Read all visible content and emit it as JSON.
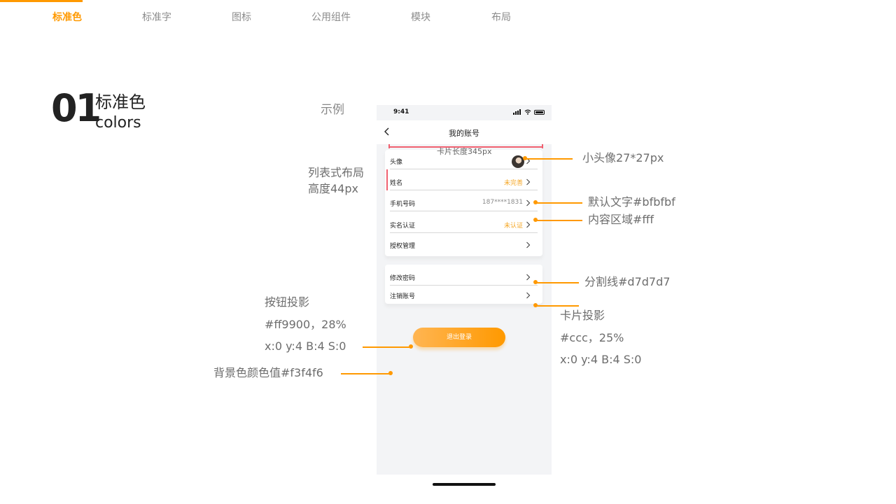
{
  "colors": {
    "accent": "#ff9900",
    "nav_inactive": "#8c8c8c",
    "background": "#f3f4f6",
    "card": "#ffffff",
    "divider": "#d7d7d7",
    "placeholder": "#bfbfbf",
    "measure": "#f06070",
    "warn_text": "#f5a623"
  },
  "nav": {
    "tabs": [
      {
        "label": "标准色",
        "active": true
      },
      {
        "label": "标准字",
        "active": false
      },
      {
        "label": "图标",
        "active": false
      },
      {
        "label": "公用组件",
        "active": false
      },
      {
        "label": "模块",
        "active": false
      },
      {
        "label": "布局",
        "active": false
      }
    ]
  },
  "section": {
    "number": "01",
    "title_cn": "标准色",
    "title_en": "colors",
    "example_label": "示例"
  },
  "annotations": {
    "list_layout_line1": "列表式布局",
    "list_layout_line2": "高度44px",
    "card_length": "卡片长度345px",
    "avatar_size": "小头像27*27px",
    "default_text": "默认文字#bfbfbf",
    "content_area": "内容区域#fff",
    "divider": "分割线#d7d7d7",
    "button_shadow_title": "按钮投影",
    "button_shadow_color": "#ff9900，28%",
    "button_shadow_params": "x:0   y:4   B:4   S:0",
    "background_color": "背景色颜色值#f3f4f6",
    "card_shadow_title": "卡片投影",
    "card_shadow_color": "#ccc，25%",
    "card_shadow_params": "x:0   y:4   B:4   S:0"
  },
  "phone": {
    "time": "9:41",
    "title": "我的账号",
    "card1": [
      {
        "label": "头像",
        "value": "",
        "type": "avatar"
      },
      {
        "label": "姓名",
        "value": "未完善",
        "type": "warn"
      },
      {
        "label": "手机号码",
        "value": "187****1831",
        "type": "muted"
      },
      {
        "label": "实名认证",
        "value": "未认证",
        "type": "warn"
      },
      {
        "label": "授权管理",
        "value": "",
        "type": "plain"
      }
    ],
    "card2": [
      {
        "label": "修改密码",
        "value": "",
        "type": "plain"
      },
      {
        "label": "注销账号",
        "value": "",
        "type": "plain"
      }
    ],
    "logout_label": "退出登录"
  }
}
